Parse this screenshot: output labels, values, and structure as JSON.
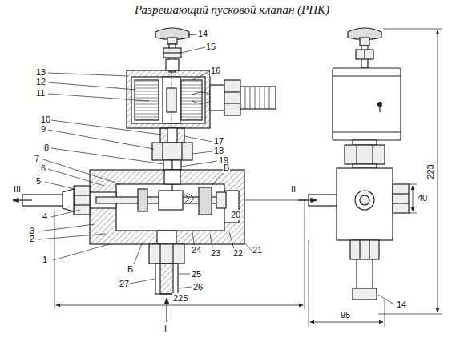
{
  "diagram": {
    "title": "Разрешающий пусковой клапан (РПК)",
    "labels": [
      "14",
      "15",
      "16",
      "13",
      "12",
      "11",
      "10",
      "9",
      "8",
      "17",
      "18",
      "7",
      "19",
      "6",
      "В",
      "5",
      "III",
      "II",
      "4",
      "20",
      "3",
      "2",
      "1",
      "24",
      "23",
      "22",
      "21",
      "Б",
      "25",
      "27",
      "26",
      "225",
      "I",
      "40",
      "223",
      "95",
      "14"
    ]
  }
}
